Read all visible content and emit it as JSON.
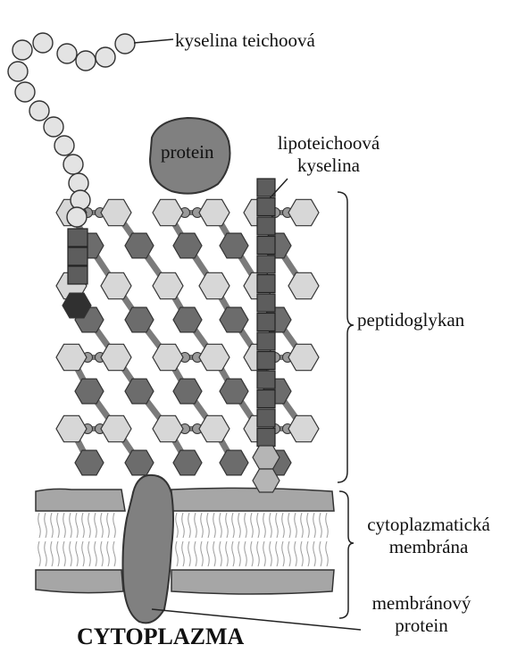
{
  "labels": {
    "teichoic_acid": "kyselina teichoová",
    "protein": "protein",
    "lipoteichoic_acid_line1": "lipoteichoová",
    "lipoteichoic_acid_line2": "kyselina",
    "peptidoglycan": "peptidoglykan",
    "cytoplasmic_membrane_line1": "cytoplazmatická",
    "cytoplasmic_membrane_line2": "membrána",
    "membrane_protein_line1": "membránový",
    "membrane_protein_line2": "protein",
    "cytoplasm": "CYTOPLAZMA"
  },
  "colors": {
    "light_hexagon": "#d7d7d7",
    "dark_hexagon": "#6c6c6c",
    "darkest_hexagon": "#303030",
    "bead": "#e3e3e3",
    "square": "#5d5d5d",
    "protein": "#808080",
    "membrane": "#a6a6a6",
    "outline": "#333333"
  }
}
